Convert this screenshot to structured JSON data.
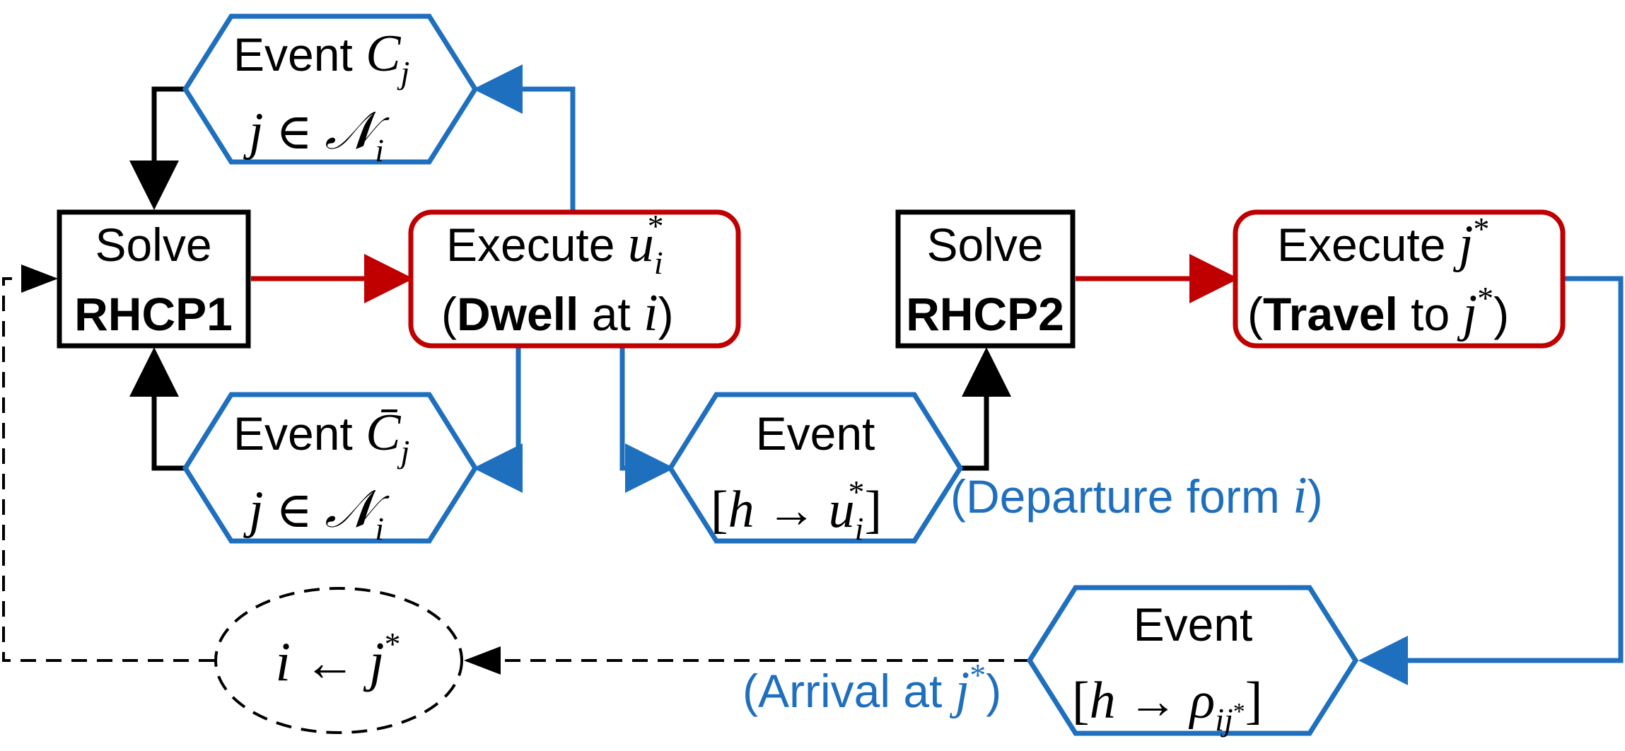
{
  "colors": {
    "blue": "#1f6fbf",
    "red": "#c00000",
    "black": "#000000"
  },
  "nodes": {
    "solve1": {
      "line1": "Solve",
      "line2": "RHCP1"
    },
    "execU": {
      "line1_text": "Execute ",
      "line1_math": "u",
      "sub": "i",
      "sup": "*",
      "open": "(",
      "bold": "Dwell",
      "mid": " at ",
      "math_i": "i",
      "close": ")"
    },
    "solve2": {
      "line1": "Solve",
      "line2": "RHCP2"
    },
    "execJ": {
      "line1_text": "Execute ",
      "line1_math": "j",
      "sup": "*",
      "open": "(",
      "bold": "Travel",
      "mid": " to ",
      "math_j": "j",
      "sup2": "*",
      "close": ")"
    },
    "eventCtop": {
      "line1_text": "Event ",
      "C": "C",
      "sub": "j",
      "l2_j": "j",
      "l2_in": " ∈ ",
      "l2_N": "𝒩",
      "l2_sub": "i"
    },
    "eventCbot": {
      "line1_text": "Event ",
      "C": "C̄",
      "sub": "j",
      "l2_j": "j",
      "l2_in": " ∈ ",
      "l2_N": "𝒩",
      "l2_sub": "i"
    },
    "eventHU": {
      "line1": "Event",
      "l2_open": "[",
      "h": "h",
      "arrow": " → ",
      "u": "u",
      "sub": "i",
      "sup": "*",
      "l2_close": "]"
    },
    "eventHRho": {
      "line1": "Event",
      "l2_open": "[",
      "h": "h",
      "arrow": " → ",
      "rho": "ρ",
      "sub": "ij",
      "subsup": "*",
      "l2_close": "]"
    },
    "update": {
      "i": "i",
      "arrow": " ← ",
      "j": "j",
      "sup": "*"
    }
  },
  "labels": {
    "departure": {
      "text": "(Departure form ",
      "math": "i",
      "close": ")"
    },
    "arrival": {
      "text": "(Arrival at ",
      "math": "j",
      "sup": "*",
      "close": ")"
    }
  }
}
